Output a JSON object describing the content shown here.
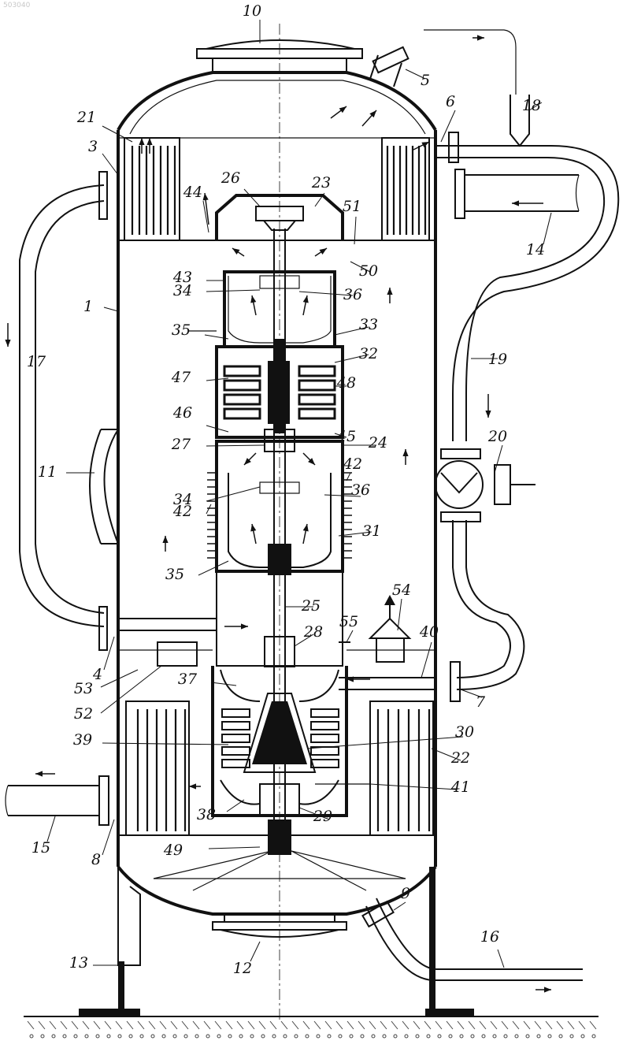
{
  "watermark": "503040",
  "labels": [
    "1",
    "3",
    "4",
    "5",
    "6",
    "7",
    "8",
    "9",
    "10",
    "11",
    "12",
    "13",
    "14",
    "15",
    "16",
    "17",
    "18",
    "19",
    "20",
    "21",
    "22",
    "23",
    "24",
    "25",
    "26",
    "27",
    "28",
    "29",
    "30",
    "31",
    "32",
    "33",
    "34",
    "34",
    "35",
    "35",
    "36",
    "36",
    "37",
    "38",
    "39",
    "40",
    "41",
    "42",
    "42",
    "43",
    "44",
    "45",
    "46",
    "47",
    "48",
    "49",
    "50",
    "51",
    "52",
    "53",
    "54",
    "55"
  ],
  "colors": {
    "ink": "#111111",
    "paper": "#ffffff",
    "hatch": "#444444"
  }
}
